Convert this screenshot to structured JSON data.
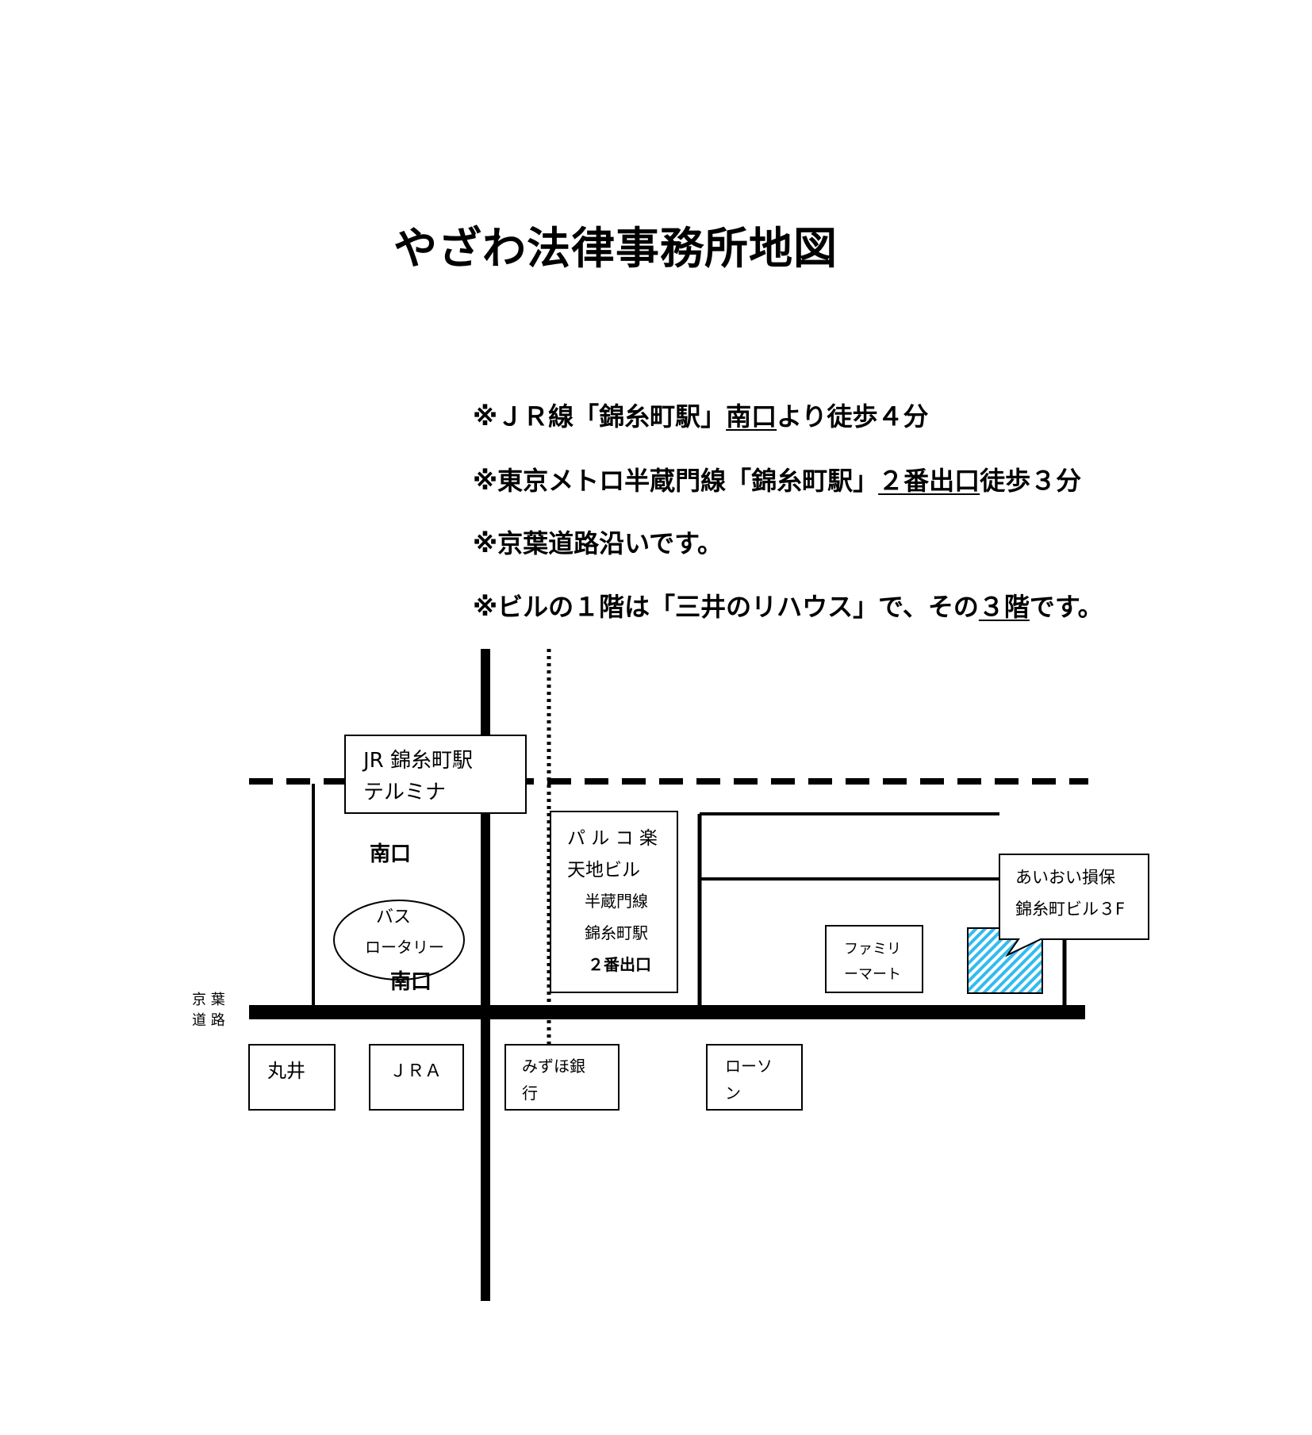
{
  "title": "やざわ法律事務所地図",
  "notes": {
    "n1": {
      "pre": "※ＪＲ線「錦糸町駅」",
      "u": "南口",
      "post": "より徒歩４分"
    },
    "n2": {
      "pre": "※東京メトロ半蔵門線「錦糸町駅」",
      "u": "２番出口",
      "post": "徒歩３分"
    },
    "n3": {
      "text": "※京葉道路沿いです。"
    },
    "n4": {
      "pre": "※ビルの１階は「三井のリハウス」で、その",
      "u": "３階",
      "post": "です。"
    }
  },
  "map": {
    "jr_station": {
      "line1": "JR 錦糸町駅",
      "line2": "テルミナ"
    },
    "south_exit_top": "南口",
    "south_exit_bottom": "南口",
    "bus_rotary": {
      "line1": "バス",
      "line2": "ロータリー"
    },
    "parco": {
      "line1": "パ ル コ 楽",
      "line2": "天地ビル",
      "line3": "半蔵門線",
      "line4": "錦糸町駅",
      "line5": "２番出口"
    },
    "aioi": {
      "line1": "あいおい損保",
      "line2": "錦糸町ビル３F"
    },
    "familymart": {
      "line1": "ファミリ",
      "line2": "ーマート"
    },
    "keiyo_road": {
      "line1": "京 葉",
      "line2": "道 路"
    },
    "marui": "丸井",
    "jra": "ＪＲＡ",
    "mizuho": {
      "line1": "みずほ銀",
      "line2": "行"
    },
    "lawson": {
      "line1": "ローソ",
      "line2": "ン"
    },
    "colors": {
      "target": "#33bbee"
    }
  }
}
